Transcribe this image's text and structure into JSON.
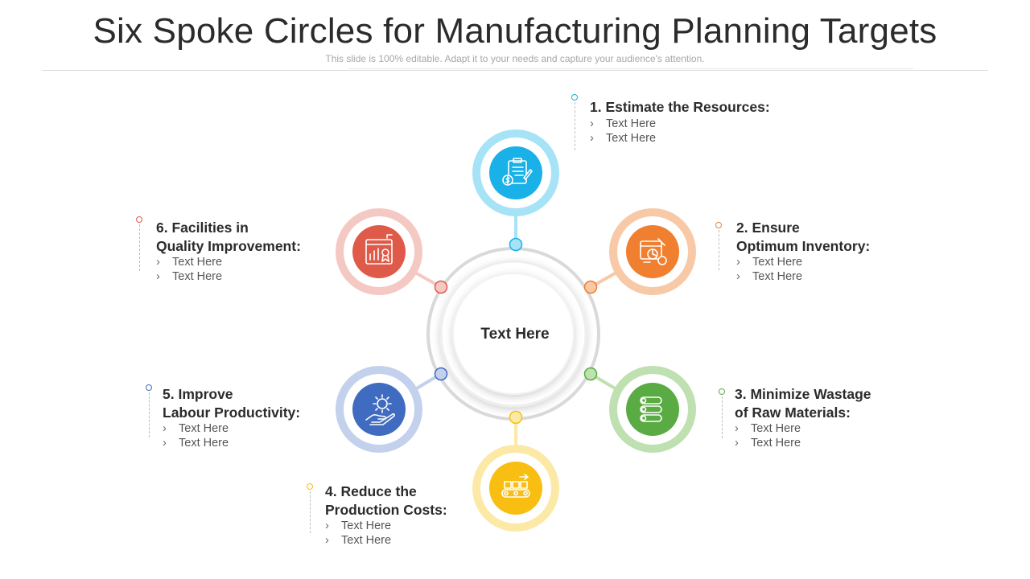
{
  "title": "Six Spoke Circles for Manufacturing Planning Targets",
  "subtitle": "This slide is 100% editable. Adapt it to your needs and capture your audience's attention.",
  "center": {
    "label": "Text Here"
  },
  "spokes": [
    {
      "heading_lines": [
        "1. Estimate the Resources:"
      ],
      "items": [
        "Text Here",
        "Text Here"
      ],
      "color": "#1ab0e8",
      "light": "#a6e3f7",
      "icon": "clipboard-dollar-icon"
    },
    {
      "heading_lines": [
        "2. Ensure",
        "Optimum Inventory:"
      ],
      "items": [
        "Text Here",
        "Text Here"
      ],
      "color": "#f07f2f",
      "light": "#f8c9a6",
      "icon": "inventory-chart-icon"
    },
    {
      "heading_lines": [
        "3. Minimize Wastage",
        "of Raw Materials:"
      ],
      "items": [
        "Text Here",
        "Text Here"
      ],
      "color": "#5aab43",
      "light": "#bfe0b1",
      "icon": "raw-material-logs-icon"
    },
    {
      "heading_lines": [
        "4. Reduce the",
        "Production Costs:"
      ],
      "items": [
        "Text Here",
        "Text Here"
      ],
      "color": "#f8bf12",
      "light": "#fce9a6",
      "icon": "conveyor-belt-icon"
    },
    {
      "heading_lines": [
        "5. Improve",
        "Labour Productivity:"
      ],
      "items": [
        "Text Here",
        "Text Here"
      ],
      "color": "#3f6cc0",
      "light": "#c3d1ec",
      "icon": "gear-hand-icon"
    },
    {
      "heading_lines": [
        "6. Facilities in",
        "Quality Improvement:"
      ],
      "items": [
        "Text Here",
        "Text Here"
      ],
      "color": "#e05a4a",
      "light": "#f5c9c3",
      "icon": "quality-report-icon"
    }
  ]
}
